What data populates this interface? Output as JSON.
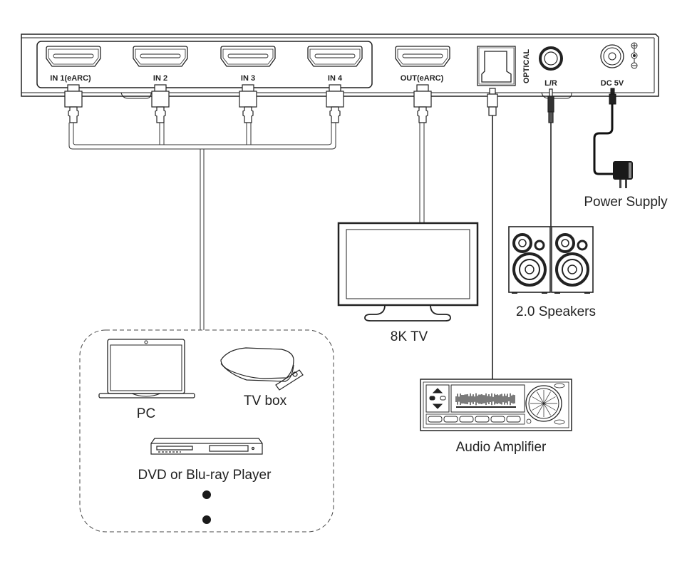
{
  "device": {
    "ports": [
      {
        "id": "in1",
        "label": "IN 1(eARC)"
      },
      {
        "id": "in2",
        "label": "IN 2"
      },
      {
        "id": "in3",
        "label": "IN 3"
      },
      {
        "id": "in4",
        "label": "IN 4"
      },
      {
        "id": "out",
        "label": "OUT(eARC)"
      },
      {
        "id": "optical",
        "label": "OPTICAL"
      },
      {
        "id": "lr",
        "label": "L/R"
      },
      {
        "id": "dc",
        "label": "DC 5V"
      }
    ],
    "polarity": [
      "+",
      "•",
      "−"
    ]
  },
  "devices": {
    "tv": "8K TV",
    "speakers": "2.0 Speakers",
    "power": "Power Supply",
    "amplifier": "Audio Amplifier",
    "pc": "PC",
    "tvbox": "TV box",
    "player": "DVD or Blu-ray Player"
  },
  "colors": {
    "line": "#222222",
    "cable": "#555555",
    "background": "#ffffff"
  }
}
